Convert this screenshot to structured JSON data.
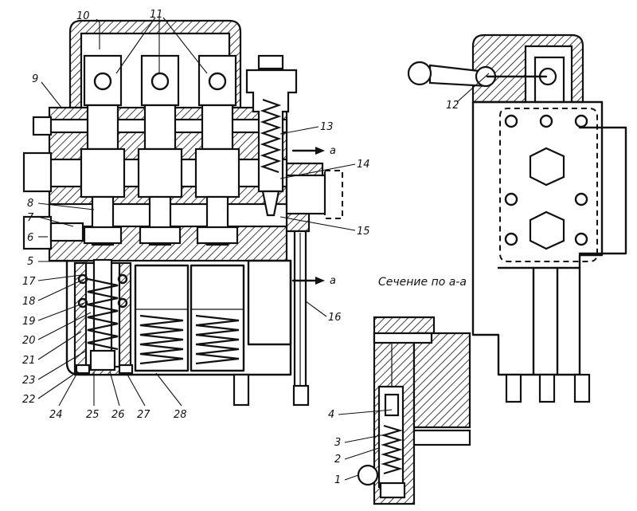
{
  "section_caption": "Сечение по а-а",
  "arrows": {
    "upper": "а",
    "lower": "а"
  },
  "labels": {
    "l1": "1",
    "l2": "2",
    "l3": "3",
    "l4": "4",
    "l5": "5",
    "l6": "6",
    "l7": "7",
    "l8": "8",
    "l9": "9",
    "l10": "10",
    "l11": "11",
    "l12": "12",
    "l13": "13",
    "l14": "14",
    "l15": "15",
    "l16": "16",
    "l17": "17",
    "l18": "18",
    "l19": "19",
    "l20": "20",
    "l21": "21",
    "l22": "22",
    "l23": "23",
    "l24": "24",
    "l25": "25",
    "l26": "26",
    "l27": "27",
    "l28": "28"
  }
}
